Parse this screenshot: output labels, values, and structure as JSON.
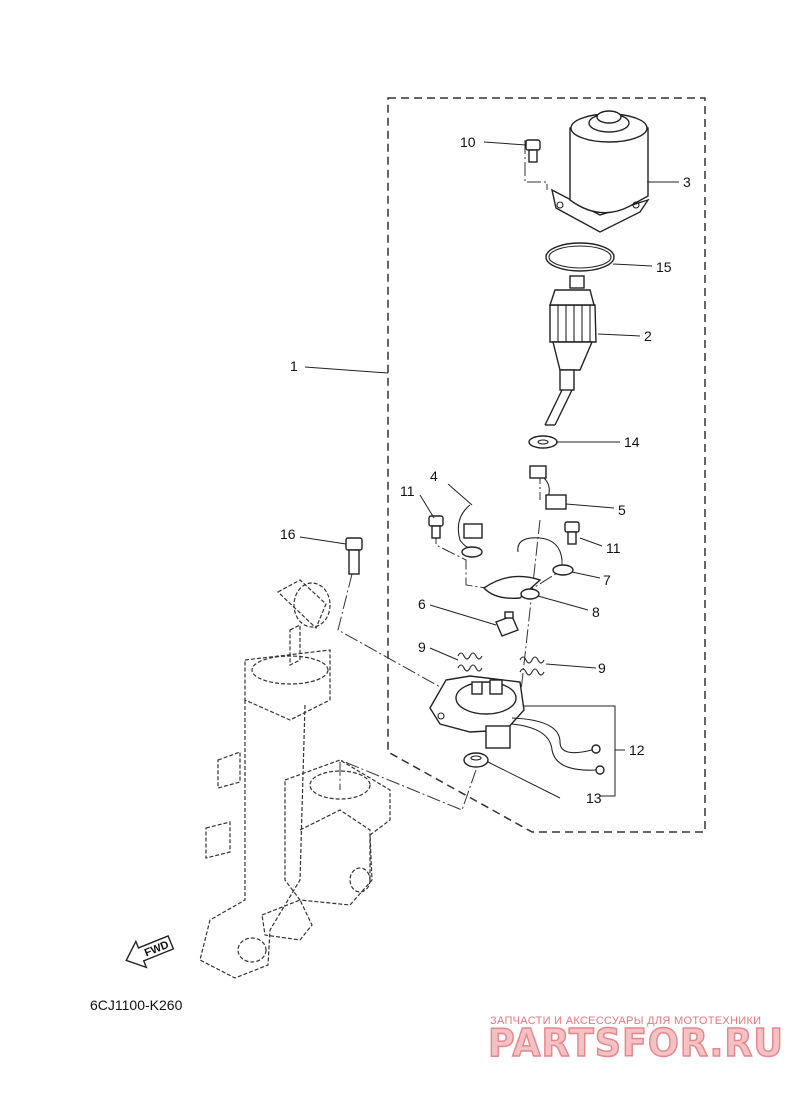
{
  "diagram_code": "6CJ1100-K260",
  "fwd_label": "FWD",
  "watermark": {
    "caption": "ЗАПЧАСТИ И АКСЕССУАРЫ ДЛЯ МОТОТЕХНИКИ",
    "brand": "PARTSFOR.RU"
  },
  "callouts": {
    "c1": "1",
    "c2": "2",
    "c3": "3",
    "c4": "4",
    "c5": "5",
    "c6": "6",
    "c7": "7",
    "c8": "8",
    "c9a": "9",
    "c9b": "9",
    "c10": "10",
    "c11a": "11",
    "c11b": "11",
    "c12": "12",
    "c13": "13",
    "c14": "14",
    "c15": "15",
    "c16": "16"
  },
  "colors": {
    "line": "#222222",
    "watermark": "#e07a80"
  }
}
